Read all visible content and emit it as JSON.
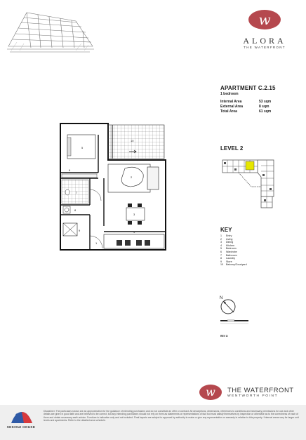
{
  "brand": {
    "badge": "w",
    "name": "ALORA",
    "subtitle": "THE WATERFRONT"
  },
  "apartment": {
    "title": "APARTMENT C.2.15",
    "bedrooms": "1 bedroom",
    "areas": [
      {
        "label": "Internal Area",
        "value": "53 sqm"
      },
      {
        "label": "External Area",
        "value": "8 sqm"
      },
      {
        "label": "Total Area",
        "value": "61 sqm"
      }
    ]
  },
  "level": {
    "title": "LEVEL 2"
  },
  "key": {
    "title": "KEY",
    "items": [
      {
        "num": "1",
        "label": "Entry"
      },
      {
        "num": "2",
        "label": "Living"
      },
      {
        "num": "3",
        "label": "Dining"
      },
      {
        "num": "4",
        "label": "Kitchen"
      },
      {
        "num": "5",
        "label": "Bedroom"
      },
      {
        "num": "6",
        "label": "Wardrobe"
      },
      {
        "num": "7",
        "label": "Bathroom"
      },
      {
        "num": "8",
        "label": "Laundry"
      },
      {
        "num": "9",
        "label": "Store"
      },
      {
        "num": "10",
        "label": "Balcony/Courtyard"
      }
    ]
  },
  "compass": {
    "label": "N"
  },
  "plan_labels": {
    "entry": "1",
    "living": "2",
    "dining": "3",
    "kitchen": "4",
    "bedroom": "5",
    "wardrobe": "6",
    "bathroom": "7",
    "laundry": "8",
    "store": "9",
    "balcony": "10"
  },
  "revision": "REV D",
  "footer": {
    "badge": "w",
    "name": "THE WATERFRONT",
    "subtitle": "WENTWORTH POINT",
    "developer": "SEKISUI HOUSE",
    "disclaimer": "Disclaimer: The particulars shown are an approximation for the guidance of intending purchasers and do not constitute an offer or contract. All descriptions, dimensions, references to conditions and necessary permissions for use and other details are given in good faith and are believed to be correct, but any intending purchasers should not rely on them as statements or representations of fact but must satisfy themselves by inspection or otherwise as to the correctness of each of them and obtain necessary earth advice. Furniture is indicative only and not included. Final layouts are subject to approval by authority to make or give any representation or warranty in relation to this property. *Internal areas vary for larger unit levels and apartments. Refer to the detailed area schedule."
  },
  "colors": {
    "brand": "#b5484e",
    "band": "#efefef"
  },
  "icons": [
    "building-sketch-icon",
    "key-plan-diagram",
    "north-arrow-icon",
    "scale-bar-icon",
    "sekisui-house-logo-icon"
  ]
}
